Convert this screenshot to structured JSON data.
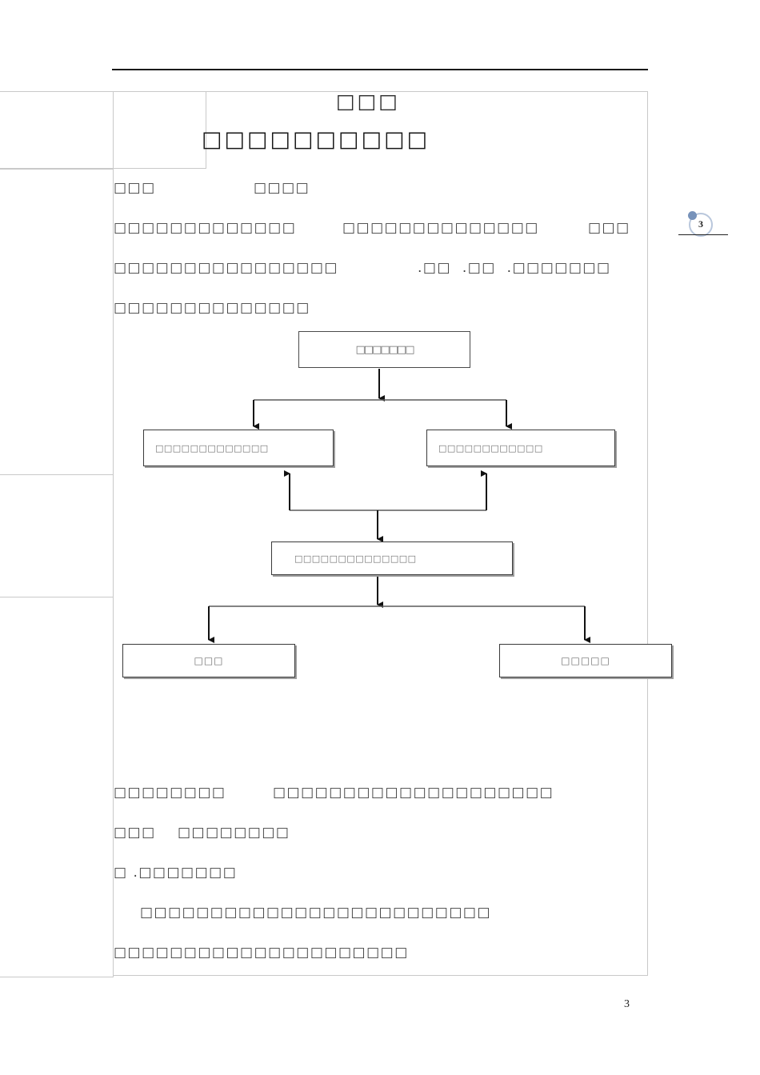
{
  "document": {
    "header_rule": true,
    "footer_page_number": "3",
    "margin_badge": {
      "number": "3",
      "ring_color": "#b9c7dc",
      "dot_color": "#7792ba"
    }
  },
  "content": {
    "title_main": "□□□",
    "title_sub": "□□□□□□□□□□",
    "lines": [
      {
        "id": "l1_left",
        "text": "□□□"
      },
      {
        "id": "l1_right",
        "text": "□□□□"
      },
      {
        "id": "l2_a",
        "text": "□□□□□□□□□□□□□"
      },
      {
        "id": "l2_b",
        "text": "□□□□□□□□□□□□□□"
      },
      {
        "id": "l2_c",
        "text": "□□□"
      },
      {
        "id": "l3_a",
        "text": "□□□□□□□□□□□□□□□□"
      },
      {
        "id": "l3_b",
        "text": ".□□  .□□  .□□□□□□□"
      },
      {
        "id": "l4",
        "text": "□□□□□□□□□□□□□□"
      },
      {
        "id": "l5_a",
        "text": "□□□□□□□□"
      },
      {
        "id": "l5_b",
        "text": "□□□□□□□□□□□□□□□□□□□□"
      },
      {
        "id": "l6_a",
        "text": "□□□"
      },
      {
        "id": "l6_b",
        "text": "□□□□□□□□"
      },
      {
        "id": "l7",
        "text": "□ .□□□□□□□"
      },
      {
        "id": "l8",
        "text": "□□□□□□□□□□□□□□□□□□□□□□□□□"
      },
      {
        "id": "l9",
        "text": "□□□□□□□□□□□□□□□□□□□□□"
      }
    ]
  },
  "flowchart": {
    "type": "process-flow",
    "nodes": [
      {
        "id": "n1",
        "level": 1,
        "text": "□□□□□□□",
        "style": "plain"
      },
      {
        "id": "n2",
        "level": 2,
        "text": "□□□□□□□□□□□□□",
        "style": "shadow"
      },
      {
        "id": "n3",
        "level": 2,
        "text": "□□□□□□□□□□□□",
        "style": "shadow"
      },
      {
        "id": "n4",
        "level": 3,
        "text": "□□□□□□□□□□□□□□",
        "style": "shadow"
      },
      {
        "id": "n5",
        "level": 4,
        "text": "□□□",
        "style": "shadow"
      },
      {
        "id": "n6",
        "level": 4,
        "text": "□□□□□",
        "style": "shadow"
      }
    ],
    "edges": [
      {
        "from": "n1",
        "to": "n2",
        "direction": "down"
      },
      {
        "from": "n1",
        "to": "n3",
        "direction": "down"
      },
      {
        "from": "n4",
        "to": "n2",
        "direction": "up"
      },
      {
        "from": "n4",
        "to": "n3",
        "direction": "up"
      },
      {
        "from": "n3",
        "to": "n4",
        "direction": "down"
      },
      {
        "from": "n4",
        "to": "n5",
        "direction": "down"
      },
      {
        "from": "n4",
        "to": "n6",
        "direction": "down"
      }
    ],
    "edge_color": "#111111"
  }
}
